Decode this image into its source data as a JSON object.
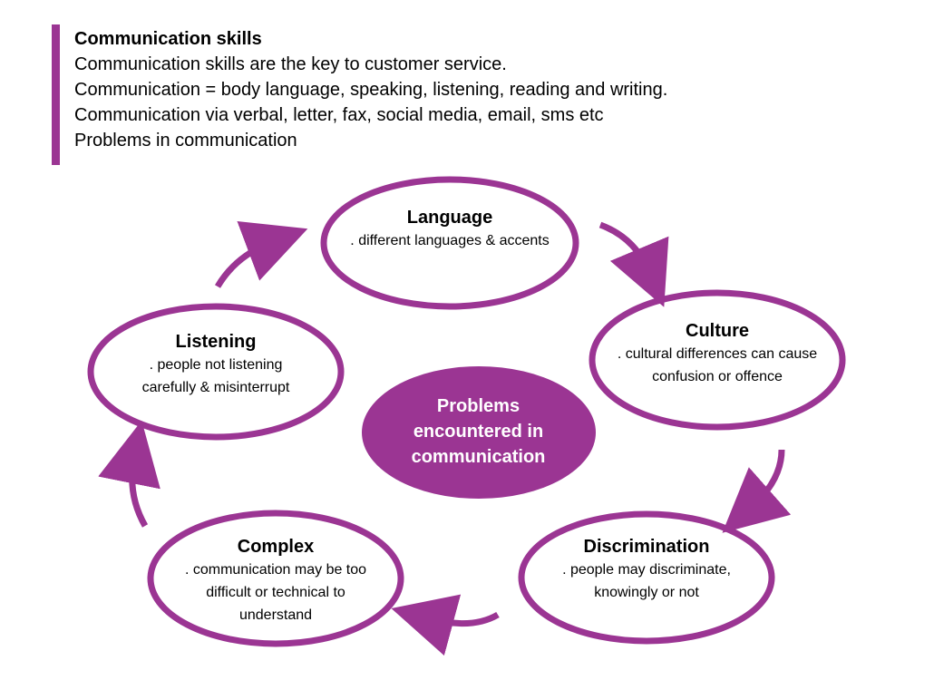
{
  "header": {
    "title": "Communication skills",
    "lines": [
      "Communication skills are the key to customer service.",
      "Communication =  body language, speaking, listening, reading and writing.",
      "Communication via verbal, letter, fax, social media, email, sms etc",
      "Problems in communication"
    ]
  },
  "colors": {
    "accent": "#9b3593",
    "background": "#ffffff",
    "text": "#000000"
  },
  "center": {
    "label": "Problems\nencountered in\ncommunication"
  },
  "nodes": [
    {
      "title": "Language",
      "desc": ". different languages & accents"
    },
    {
      "title": "Culture",
      "desc": ". cultural differences can cause\nconfusion or offence"
    },
    {
      "title": "Discrimination",
      "desc": ". people may discriminate,\nknowingly or not"
    },
    {
      "title": "Complex",
      "desc": ". communication may be too\ndifficult or technical to\nunderstand"
    },
    {
      "title": "Listening",
      "desc": ". people not listening\ncarefully & misinterrupt"
    }
  ]
}
